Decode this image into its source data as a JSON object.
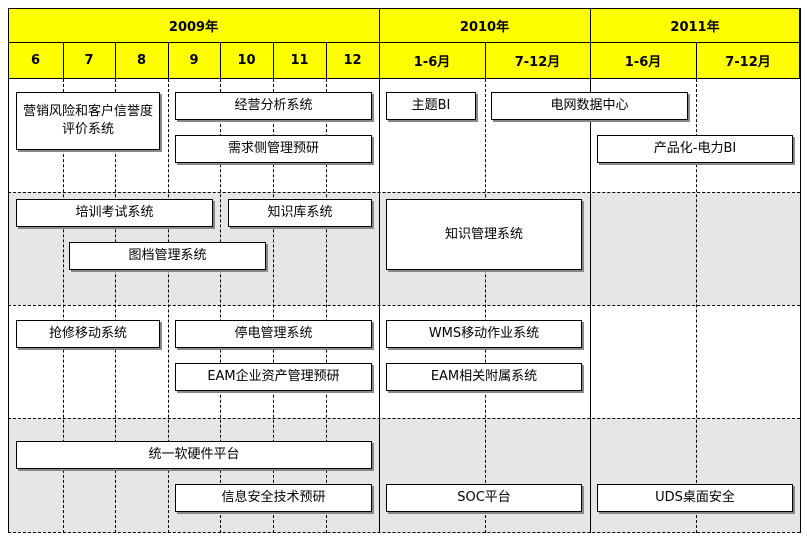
{
  "years": [
    "2009年",
    "2010年",
    "2011年"
  ],
  "months": [
    "6",
    "7",
    "8",
    "9",
    "10",
    "11",
    "12",
    "1-6月",
    "7-12月",
    "1-6月",
    "7-12月"
  ],
  "colors": {
    "header": "#ffff00",
    "band_gray": "#e6e6e6",
    "box_border": "#000000"
  },
  "projects": {
    "marketing_risk": "营销风险和客户信誉度评价系统",
    "business_analysis": "经营分析系统",
    "demand_side": "需求侧管理预研",
    "theme_bi": "主题BI",
    "grid_data_center": "电网数据中心",
    "product_power_bi": "产品化-电力BI",
    "training_exam": "培训考试系统",
    "knowledge_base": "知识库系统",
    "archive_mgmt": "图档管理系统",
    "knowledge_mgmt": "知识管理系统",
    "repair_mobile": "抢修移动系统",
    "outage_mgmt": "停电管理系统",
    "eam_research": "EAM企业资产管理预研",
    "wms_mobile": "WMS移动作业系统",
    "eam_attached": "EAM相关附属系统",
    "unified_platform": "统一软硬件平台",
    "infosec_research": "信息安全技术预研",
    "soc_platform": "SOC平台",
    "uds_desktop": "UDS桌面安全"
  }
}
